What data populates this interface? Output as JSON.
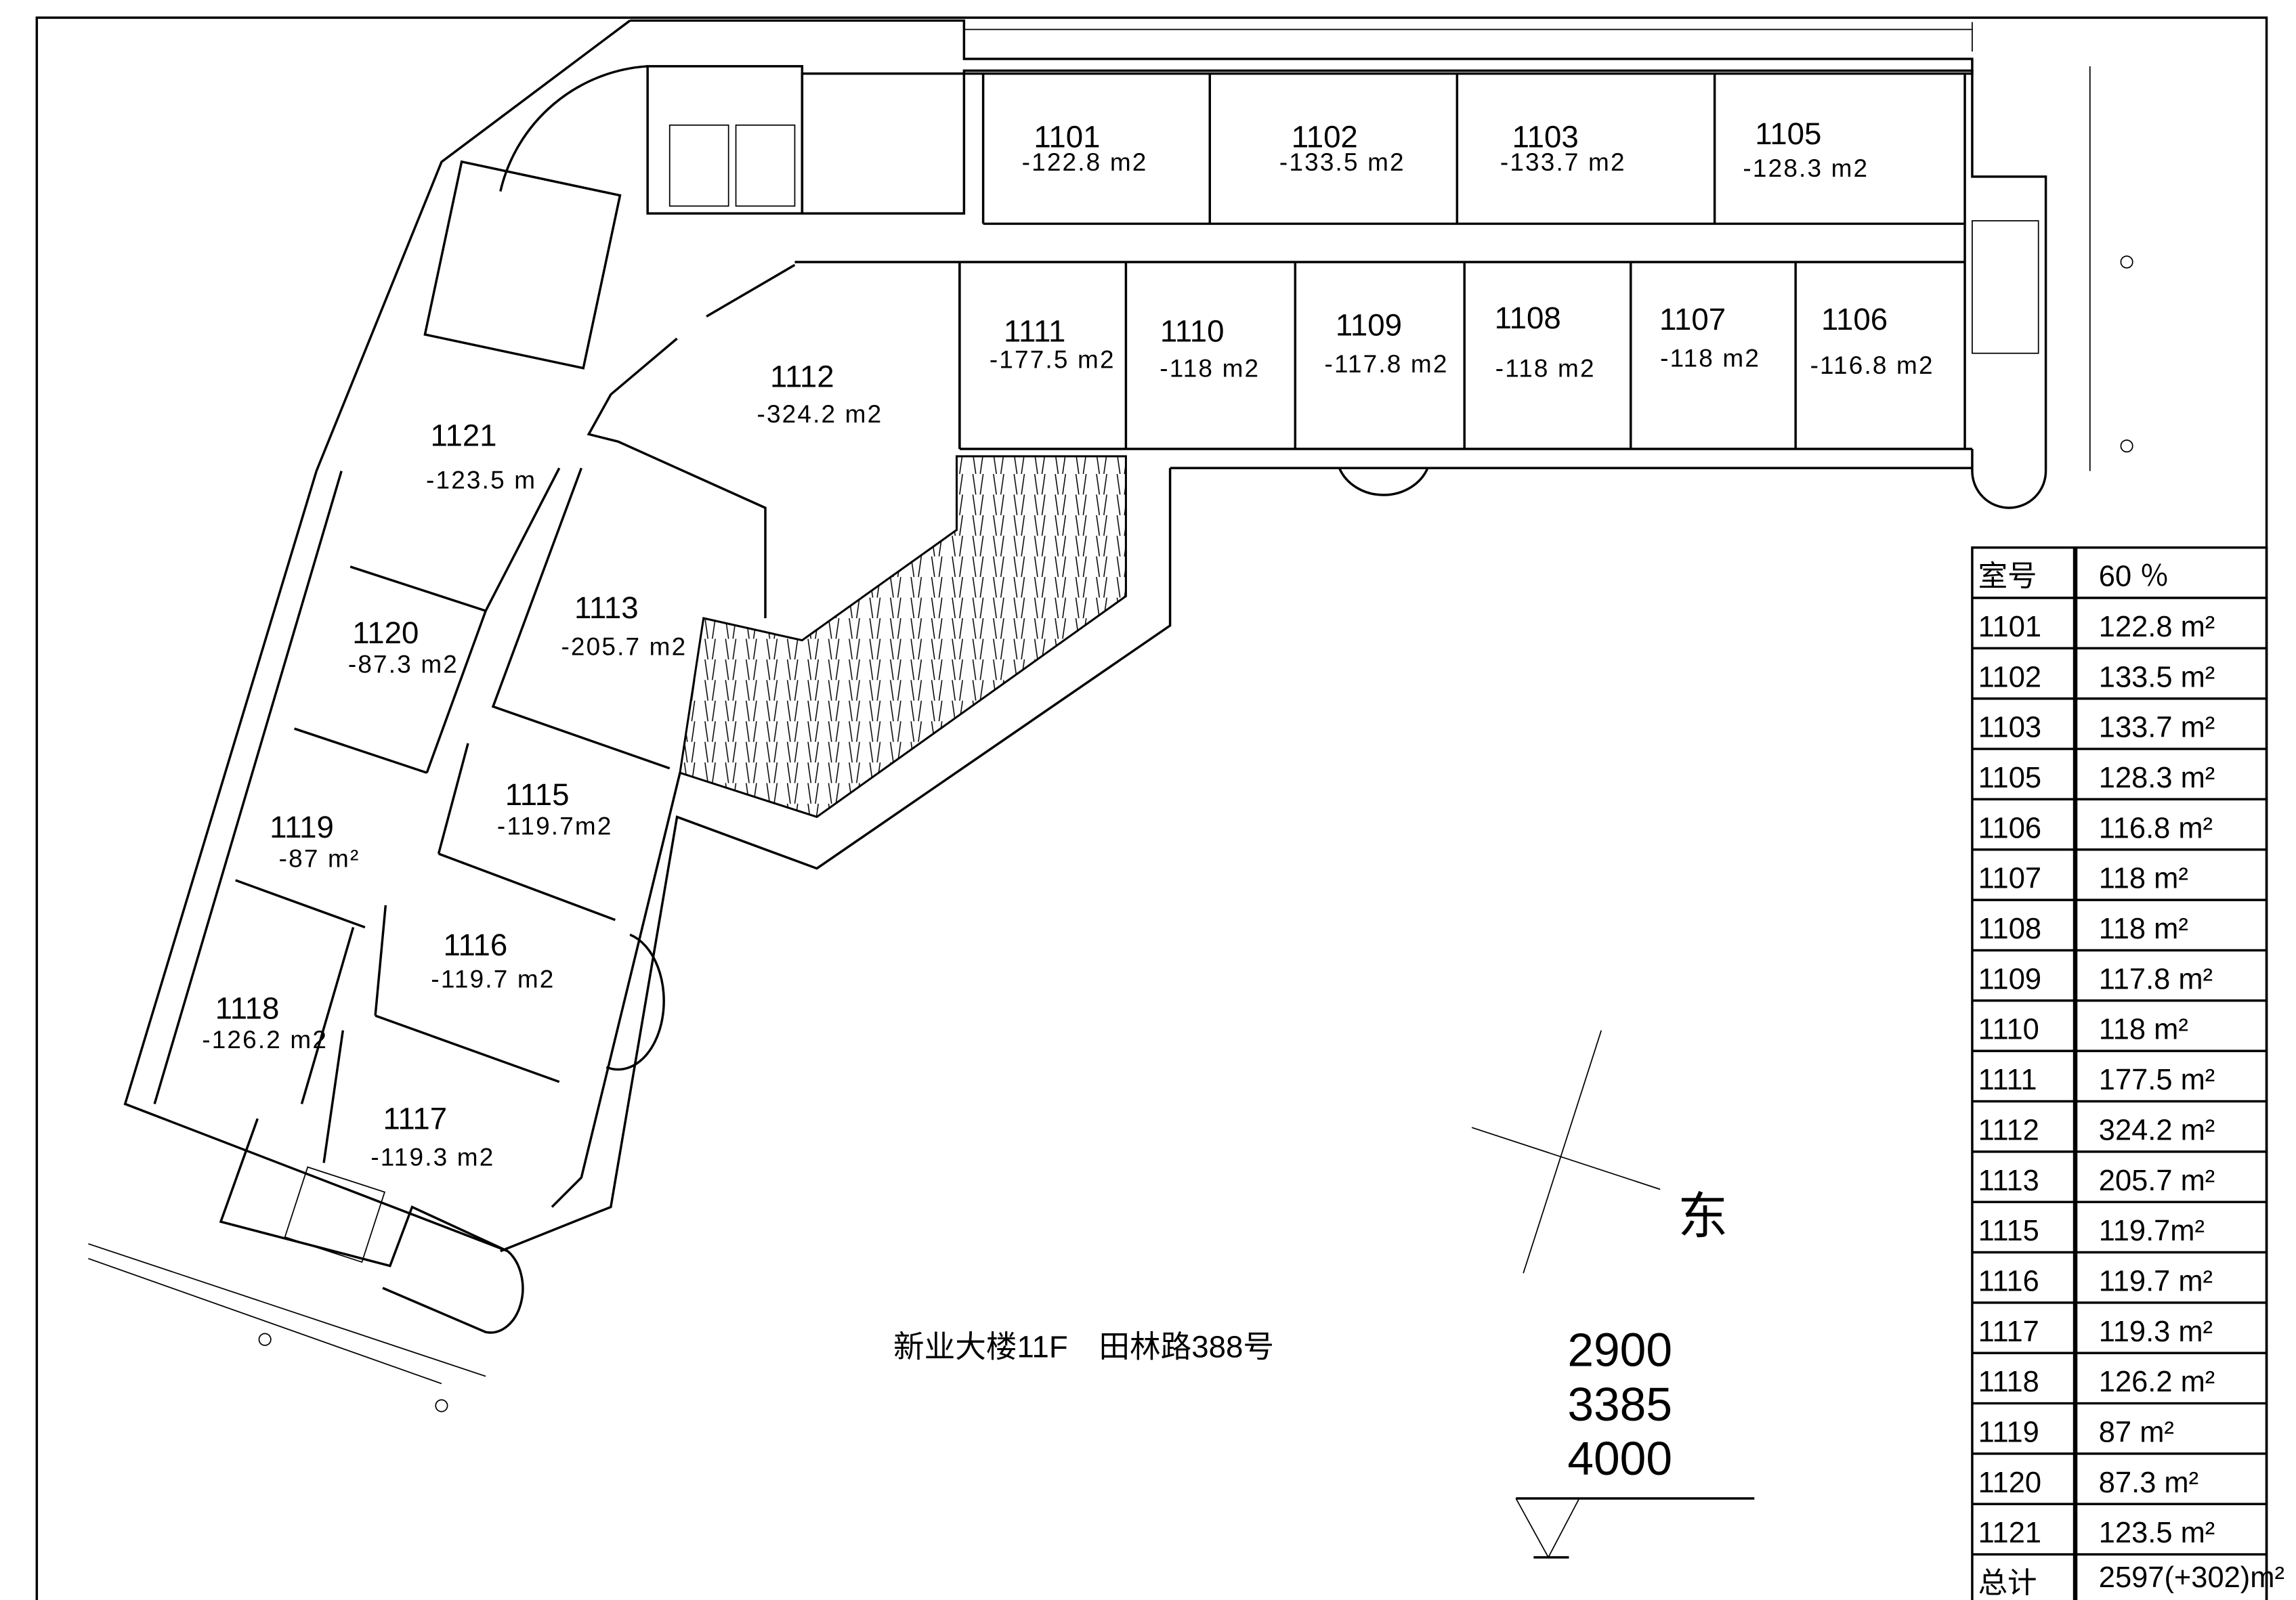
{
  "rooms": [
    {
      "id": "1101",
      "area": "-122.8 m2"
    },
    {
      "id": "1102",
      "area": "-133.5 m2"
    },
    {
      "id": "1103",
      "area": "-133.7 m2"
    },
    {
      "id": "1105",
      "area": "-128.3 m2"
    },
    {
      "id": "1111",
      "area": "-177.5 m2"
    },
    {
      "id": "1110",
      "area": "-118 m2"
    },
    {
      "id": "1109",
      "area": "-117.8 m2"
    },
    {
      "id": "1108",
      "area": "-118 m2"
    },
    {
      "id": "1107",
      "area": "-118 m2"
    },
    {
      "id": "1106",
      "area": "-116.8 m2"
    },
    {
      "id": "1112",
      "area": "-324.2 m2"
    },
    {
      "id": "1121",
      "area": "-123.5 m"
    },
    {
      "id": "1113",
      "area": "-205.7 m2"
    },
    {
      "id": "1120",
      "area": "-87.3 m2"
    },
    {
      "id": "1115",
      "area": "-119.7m2"
    },
    {
      "id": "1119",
      "area": "-87 m²"
    },
    {
      "id": "1116",
      "area": "-119.7 m2"
    },
    {
      "id": "1118",
      "area": "-126.2 m2"
    },
    {
      "id": "1117",
      "area": "-119.3 m2"
    }
  ],
  "compass_label": "东",
  "title": "新业大楼11F　田林路388号",
  "elevations": [
    "2900",
    "3385",
    "4000"
  ],
  "table": {
    "header": [
      "室号",
      "60 ％"
    ],
    "rows": [
      [
        "1101",
        "122.8 m²"
      ],
      [
        "1102",
        "133.5 m²"
      ],
      [
        "1103",
        "133.7 m²"
      ],
      [
        "1105",
        "128.3 m²"
      ],
      [
        "1106",
        "116.8 m²"
      ],
      [
        "1107",
        "118 m²"
      ],
      [
        "1108",
        "118 m²"
      ],
      [
        "1109",
        "117.8 m²"
      ],
      [
        "1110",
        "118 m²"
      ],
      [
        "1111",
        "177.5 m²"
      ],
      [
        "1112",
        "324.2 m²"
      ],
      [
        "1113",
        "205.7 m²"
      ],
      [
        "1115",
        "119.7m²"
      ],
      [
        "1116",
        "119.7 m²"
      ],
      [
        "1117",
        "119.3 m²"
      ],
      [
        "1118",
        "126.2 m²"
      ],
      [
        "1119",
        "87 m²"
      ],
      [
        "1120",
        "87.3 m²"
      ],
      [
        "1121",
        "123.5 m²"
      ]
    ],
    "total": [
      "总计",
      "2597(+302)m²"
    ]
  }
}
